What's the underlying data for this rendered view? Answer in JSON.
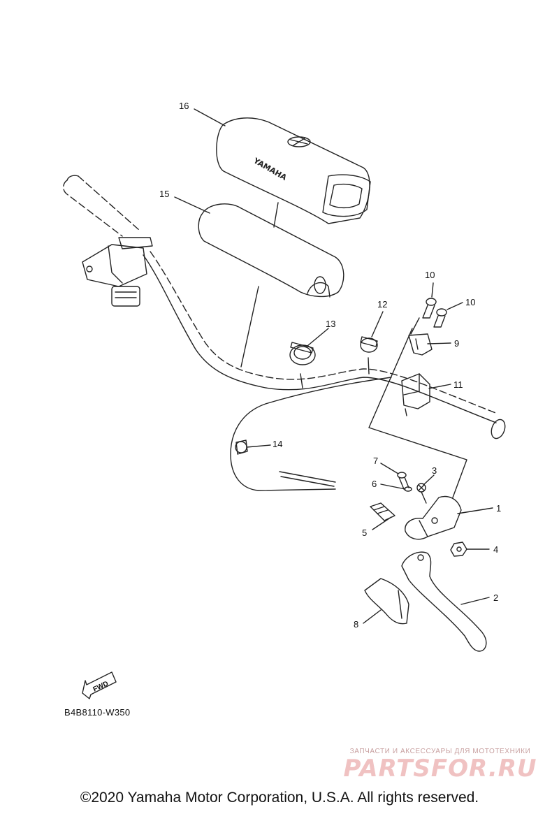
{
  "diagram": {
    "code": "B4B8110-W350",
    "fwd_label": "FWD",
    "brand_text": "YAMAHA",
    "callouts": [
      "1",
      "2",
      "3",
      "4",
      "5",
      "6",
      "7",
      "8",
      "9",
      "10",
      "10",
      "11",
      "12",
      "13",
      "14",
      "15",
      "16"
    ]
  },
  "watermark": {
    "tagline": "ЗАПЧАСТИ И АКСЕССУАРЫ ДЛЯ МОТОТЕХНИКИ",
    "logo": "PARTSFOR.RU"
  },
  "footer": {
    "copyright": "©2020 Yamaha Motor Corporation, U.S.A. All rights reserved."
  }
}
